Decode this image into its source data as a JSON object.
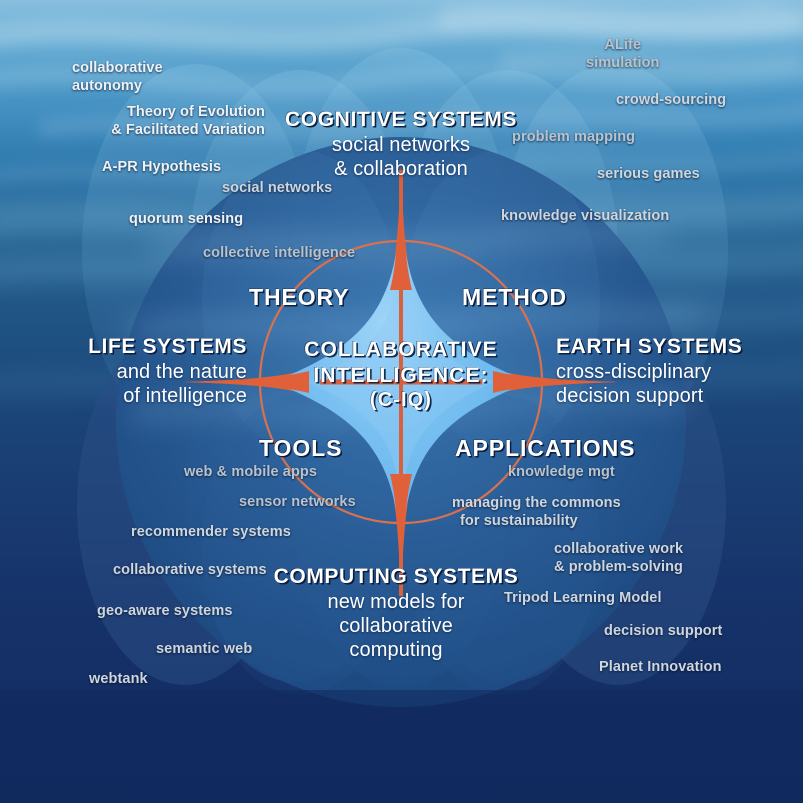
{
  "diagram": {
    "title": "Collaborative Intelligence (C-IQ)",
    "center": {
      "line1": "COLLABORATIVE",
      "line2": "INTELLIGENCE:",
      "line3": "(C-IQ)"
    },
    "quadrants": [
      {
        "id": "theory",
        "label": "THEORY"
      },
      {
        "id": "method",
        "label": "METHOD"
      },
      {
        "id": "tools",
        "label": "TOOLS"
      },
      {
        "id": "applications",
        "label": "APPLICATIONS"
      }
    ],
    "arms": [
      {
        "id": "cognitive-systems",
        "heading": "COGNITIVE SYSTEMS",
        "sub1": "social networks",
        "sub2": "& collaboration",
        "sub3": ""
      },
      {
        "id": "earth-systems",
        "heading": "EARTH SYSTEMS",
        "sub1": "cross-disciplinary",
        "sub2": "decision support",
        "sub3": ""
      },
      {
        "id": "computing-systems",
        "heading": "COMPUTING SYSTEMS",
        "sub1": "new models for",
        "sub2": "collaborative",
        "sub3": "computing"
      },
      {
        "id": "life-systems",
        "heading": "LIFE SYSTEMS",
        "sub1": "and the nature",
        "sub2": "of intelligence",
        "sub3": ""
      }
    ],
    "keywords": {
      "theory": [
        {
          "id": "collaborative-autonomy",
          "line1": "collaborative",
          "line2": "autonomy"
        },
        {
          "id": "theory-of-evolution",
          "line1": "Theory of Evolution",
          "line2": "& Facilitated Variation"
        },
        {
          "id": "a-pr-hypothesis",
          "line1": "A-PR Hypothesis",
          "line2": ""
        },
        {
          "id": "social-networks",
          "line1": "social networks",
          "line2": ""
        },
        {
          "id": "quorum-sensing",
          "line1": "quorum sensing",
          "line2": ""
        },
        {
          "id": "collective-intelligence",
          "line1": "collective intelligence",
          "line2": ""
        }
      ],
      "method": [
        {
          "id": "alife-simulation",
          "line1": "ALife",
          "line2": "simulation"
        },
        {
          "id": "crowd-sourcing",
          "line1": "crowd-sourcing",
          "line2": ""
        },
        {
          "id": "problem-mapping",
          "line1": "problem mapping",
          "line2": ""
        },
        {
          "id": "serious-games",
          "line1": "serious games",
          "line2": ""
        },
        {
          "id": "knowledge-visualization",
          "line1": "knowledge visualization",
          "line2": ""
        }
      ],
      "tools": [
        {
          "id": "web-mobile-apps",
          "line1": "web & mobile apps",
          "line2": ""
        },
        {
          "id": "sensor-networks",
          "line1": "sensor networks",
          "line2": ""
        },
        {
          "id": "recommender-systems",
          "line1": "recommender systems",
          "line2": ""
        },
        {
          "id": "collaborative-systems",
          "line1": "collaborative systems",
          "line2": ""
        },
        {
          "id": "geo-aware-systems",
          "line1": "geo-aware systems",
          "line2": ""
        },
        {
          "id": "semantic-web",
          "line1": "semantic web",
          "line2": ""
        },
        {
          "id": "webtank",
          "line1": "webtank",
          "line2": ""
        }
      ],
      "applications": [
        {
          "id": "knowledge-mgt",
          "line1": "knowledge mgt",
          "line2": ""
        },
        {
          "id": "managing-the-commons",
          "line1": "managing the commons",
          "line2": "for sustainability"
        },
        {
          "id": "collaborative-work",
          "line1": "collaborative work",
          "line2": "& problem-solving"
        },
        {
          "id": "tripod-learning-model",
          "line1": "Tripod Learning Model",
          "line2": ""
        },
        {
          "id": "decision-support",
          "line1": "decision support",
          "line2": ""
        },
        {
          "id": "planet-innovation",
          "line1": "Planet Innovation",
          "line2": ""
        }
      ]
    },
    "colors": {
      "star": "#74bdf0",
      "accent_orange": "#e0603a",
      "ring": "#d9714f",
      "deep_navy": "#132b60",
      "mid_blue": "#2a5d96",
      "petal_blue": "#2d5389",
      "keyword_text": "#cfd6dc"
    }
  }
}
